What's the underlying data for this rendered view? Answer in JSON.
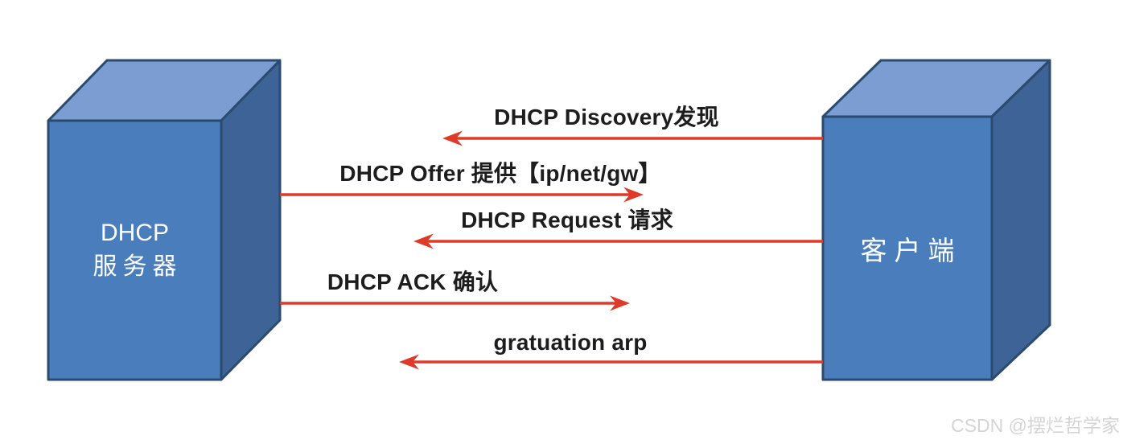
{
  "diagram": {
    "nodes": {
      "server": {
        "label_line1": "DHCP",
        "label_line2": "服务器"
      },
      "client": {
        "label": "客户端"
      }
    },
    "messages": [
      {
        "label": "DHCP Discovery发现",
        "from": "client",
        "to": "server",
        "direction": "right-to-left"
      },
      {
        "label": "DHCP Offer 提供【ip/net/gw】",
        "from": "server",
        "to": "client",
        "direction": "left-to-right"
      },
      {
        "label": "DHCP Request 请求",
        "from": "client",
        "to": "server",
        "direction": "right-to-left"
      },
      {
        "label": "DHCP ACK 确认",
        "from": "server",
        "to": "client",
        "direction": "left-to-right"
      },
      {
        "label": "gratuation arp",
        "from": "client",
        "to": "server",
        "direction": "right-to-left"
      }
    ],
    "watermark": "CSDN @摆烂哲学家",
    "colors": {
      "box_front": "#4a7dbb",
      "box_top": "#7c9dd1",
      "box_side": "#3e6397",
      "box_border": "#2b4a70",
      "arrow_red": "#df3a29",
      "message_text": "#1d1d1d",
      "box_text": "#ffffff",
      "watermark_text": "#d4d4d4",
      "background": "#ffffff"
    }
  }
}
